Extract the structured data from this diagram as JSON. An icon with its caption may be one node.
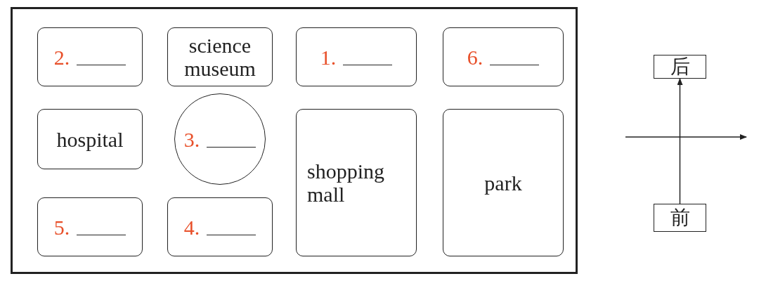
{
  "diagram": {
    "nodes": [
      {
        "text": [],
        "shape": "box"
      },
      {
        "text": [
          "2."
        ],
        "in": 0
      },
      {
        "text": [
          "science museum"
        ],
        "in": 0
      },
      {
        "text": [
          "1."
        ],
        "in": 0
      },
      {
        "text": [
          "6."
        ],
        "in": 0
      },
      {
        "text": [
          "hospital"
        ],
        "in": 0
      },
      {
        "text": [
          "3."
        ],
        "in": 0
      },
      {
        "text": [
          "shopping mall"
        ],
        "in": 0
      },
      {
        "text": [
          "park"
        ],
        "in": 0
      },
      {
        "text": [
          "5."
        ],
        "in": 0
      },
      {
        "text": [
          "4."
        ],
        "in": 0
      },
      {
        "text": [
          "后"
        ]
      },
      {
        "text": [
          "前"
        ]
      }
    ],
    "edges": [
      {
        "from": 12,
        "to": 11,
        "arrow": "to"
      }
    ]
  }
}
